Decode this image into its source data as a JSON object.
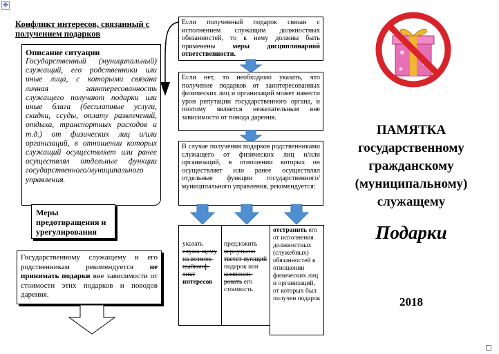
{
  "left": {
    "title": "Конфликт интересов, связанный с получением подарков",
    "situation_heading": "Описание ситуации",
    "situation_text": "Государственный (муниципальный) служащий, его родственники или иные лица, с которыми связана личная заинтересованность служащего получают подарки или иные блага (бесплатные услуги, скидки, ссуды, оплату развлечений, отдыха, транспортных расходов и т.д.) от физических лиц и/или организаций, в отношении которых служащий осуществляет или ранее осуществлял отдельные функции государственного/муниципального управления.",
    "measures_label": "Меры предотвращения и урегулирования",
    "rec_part1": "Государственному служащему и его родственникам рекомендуется ",
    "rec_bold": "не принимать подарки",
    "rec_part2": " вне зависимости от стоимости этих подарков и поводов дарения."
  },
  "middle": {
    "box1_text": "Если полученный подарок связан с исполнением служащим должностных обязанностей, то к нему должны быть применены ",
    "box1_bold": "меры дисциплинарной ответственности.",
    "box2_text": "Если нет, то необходимо указать, что получение подарков от заинтересованных физических лиц и организаций может нанести урон репутации государственного органа, и поэтому является нежелательным вне зависимости от повода дарения.",
    "box3_text": "В случае получения подарков родственниками служащего от физических лиц и/или организаций, в отношении которых он осуществляет или ранее осуществлял отдельные функции государственного/муниципального управления, рекомендуется:",
    "col1": {
      "pre": "указать ",
      "strike": "служа-щему на возмож-ныйконф-ликт",
      "bold": " интересов"
    },
    "col2": {
      "pre": "предложить ",
      "strike": "вернутьсоо тветст-вующий",
      "mid": " подарок или ",
      "strike2": "компенси-ровать",
      "post": " его стоимость"
    },
    "col3": {
      "bold": "отстранить",
      "post": " его от исполнения должностных (служебных) обязанностей в отношении физических лиц и организаций, от которых был получен подарок"
    }
  },
  "right": {
    "title": "ПАМЯТКА государственному гражданскому (муниципальному) служащему",
    "subtitle": "Подарки",
    "year": "2018"
  },
  "colors": {
    "arrow_blue": "#4f8fd1",
    "ban_red": "#d8232a",
    "gift_pink": "#e76fb3",
    "ribbon_gold": "#f2b632"
  }
}
